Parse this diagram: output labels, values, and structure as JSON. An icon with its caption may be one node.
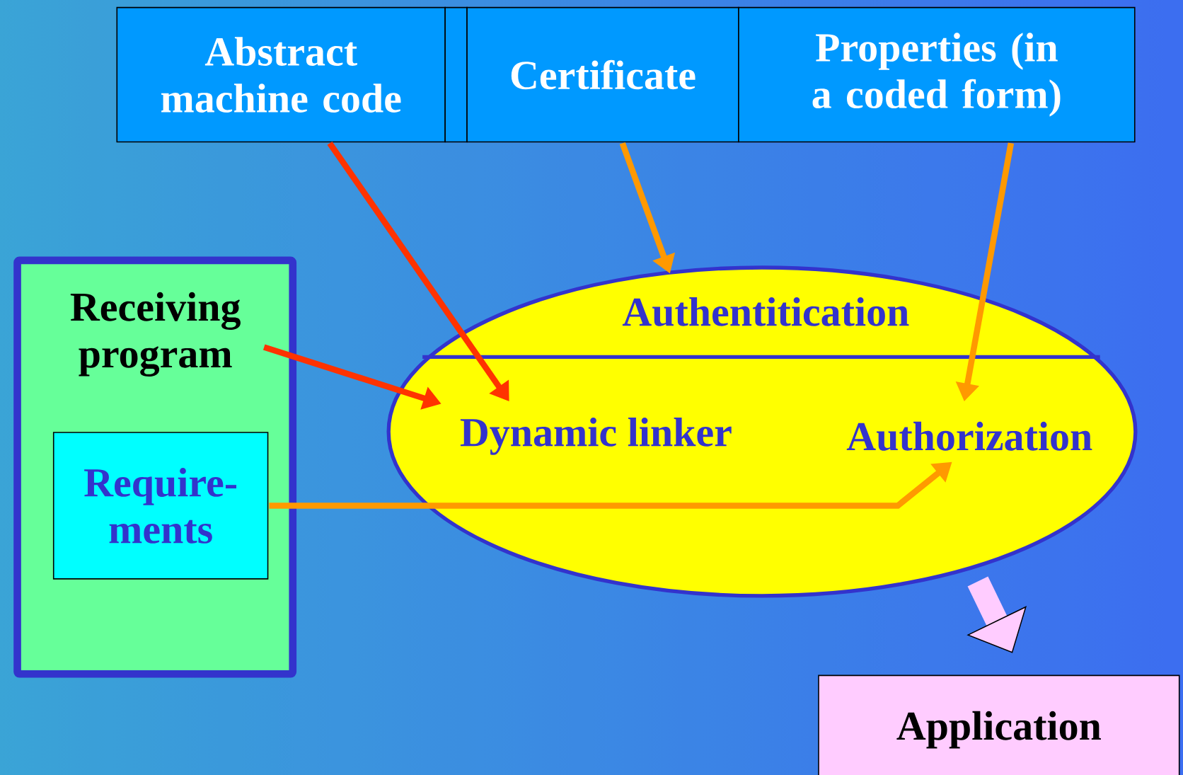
{
  "diagram": {
    "nodes": [
      {
        "text": [
          "Abstract machine code"
        ]
      },
      {
        "text": [],
        "shape": "box"
      },
      {
        "text": [
          "Certificate"
        ]
      },
      {
        "text": [
          "Properties (in a coded form)"
        ]
      },
      {
        "text": [
          "Receiving program"
        ]
      },
      {
        "text": [
          "Require- ments"
        ],
        "in": 4
      },
      {
        "text": [
          "Authentitication"
        ]
      },
      {
        "text": [
          "Dynamic linker"
        ],
        "in": 6
      },
      {
        "text": [
          "Authorization"
        ],
        "in": 6
      },
      {
        "text": [
          "Application"
        ]
      }
    ],
    "edges": [
      {
        "from": 0,
        "to": 7,
        "arrow": "to",
        "color": "#ff3300"
      },
      {
        "from": 4,
        "to": 7,
        "arrow": "to",
        "color": "#ff3300"
      },
      {
        "from": 2,
        "to": 6,
        "arrow": "to"
      },
      {
        "from": 3,
        "to": 8,
        "arrow": "to"
      },
      {
        "from": 5,
        "to": 8,
        "arrow": "to"
      },
      {
        "from": 6,
        "to": 9,
        "arrow": "to",
        "style": "thick",
        "color": "#ffccff"
      }
    ]
  }
}
